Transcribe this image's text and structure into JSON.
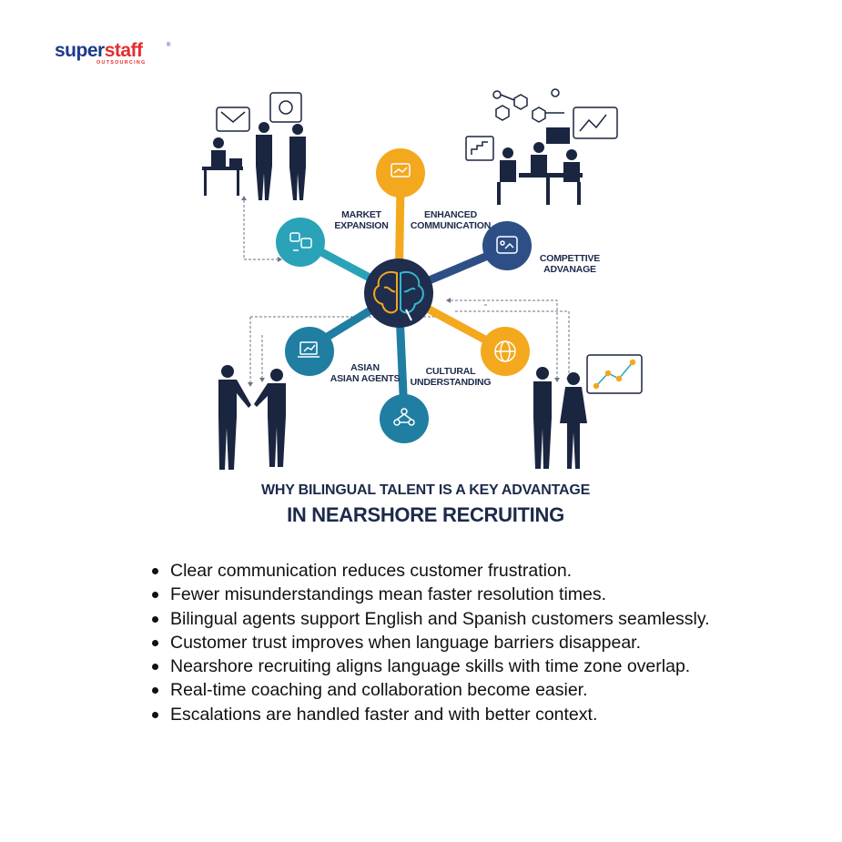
{
  "brand": {
    "name_part1": "super",
    "name_part2": "staff",
    "tagline": "OUTSOURCING",
    "registered_mark": "®",
    "colors": {
      "blue": "#1d3a8a",
      "red": "#e42d2d"
    }
  },
  "infographic": {
    "title_line1": "WHY BILINGUAL TALENT IS A KEY ADVANTAGE",
    "title_line2": "IN NEARSHORE RECRUITING",
    "center_icon": "brain-icon",
    "nodes": [
      {
        "label": "MARKET\nEXPANSION",
        "icon": "language-bubbles-icon",
        "color": "#2aa3b8"
      },
      {
        "label": "ENHANCED\nCOMMUNICATION",
        "icon": "handshake-icon",
        "color": "#f3a81e"
      },
      {
        "label": "COMPETTIVE\nADVANAGE",
        "icon": "strategy-board-icon",
        "color": "#2d4f86"
      },
      {
        "label": "CULTURAL\nUNDERSTANDING",
        "icon": "globe-icon",
        "color": "#f3a81e"
      },
      {
        "label": "ASIAN\nASIAN AGENTS",
        "icon": "laptop-chart-icon",
        "color": "#1f7ea1"
      },
      {
        "label": "",
        "icon": "team-network-icon",
        "color": "#1f7ea1"
      }
    ],
    "colors": {
      "navy": "#1c2a4a",
      "center": "#1f2d4e"
    }
  },
  "bullets": [
    "Clear communication reduces customer frustration.",
    "Fewer misunderstandings mean faster resolution times.",
    "Bilingual agents support English and Spanish customers seamlessly.",
    "Customer trust improves when language barriers disappear.",
    "Nearshore recruiting aligns language skills with time zone overlap.",
    "Real-time coaching and collaboration become easier.",
    "Escalations are handled faster and with better context."
  ]
}
